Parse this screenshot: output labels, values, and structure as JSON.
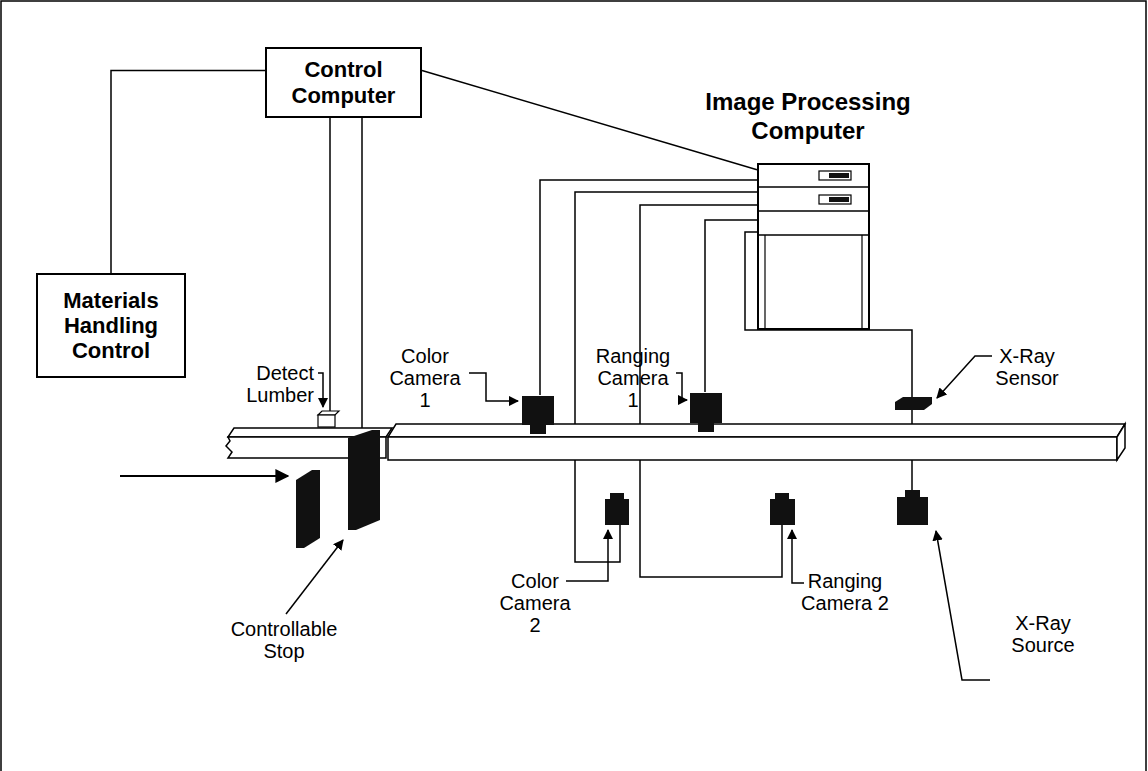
{
  "diagram": {
    "nodes": [
      {
        "text": [
          "Control Computer"
        ]
      },
      {
        "text": [
          "Image Processing Computer"
        ]
      },
      {
        "text": [
          "Materials Handling Control"
        ]
      }
    ],
    "edges": [
      {
        "from": 2,
        "to": 0,
        "arrow": "none"
      },
      {
        "from": 0,
        "to": 1,
        "arrow": "none"
      }
    ],
    "labels": [
      "Detect Lumber",
      "Color Camera 1",
      "Ranging Camera 1",
      "X-Ray Sensor",
      "Color Camera 2",
      "Ranging Camera 2",
      "X-Ray Source",
      "Controllable Stop"
    ]
  }
}
